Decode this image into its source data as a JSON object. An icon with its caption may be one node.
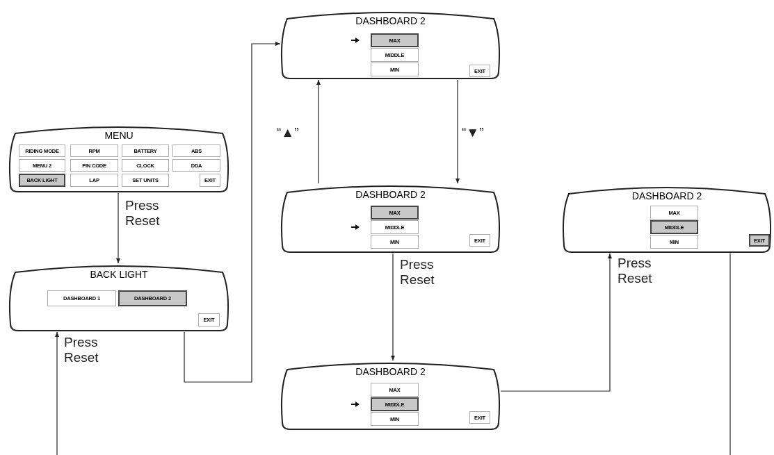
{
  "diagram": {
    "nodes": [
      {
        "text": [
          "MENU"
        ]
      },
      {
        "text": [
          "RIDING MODE"
        ],
        "in": 0
      },
      {
        "text": [
          "RPM"
        ],
        "in": 0
      },
      {
        "text": [
          "BATTERY"
        ],
        "in": 0
      },
      {
        "text": [
          "ABS"
        ],
        "in": 0
      },
      {
        "text": [
          "MENU 2"
        ],
        "in": 0
      },
      {
        "text": [
          "PIN CODE"
        ],
        "in": 0
      },
      {
        "text": [
          "CLOCK"
        ],
        "in": 0
      },
      {
        "text": [
          "DDA"
        ],
        "in": 0
      },
      {
        "text": [
          "BACK LIGHT"
        ],
        "in": 0
      },
      {
        "text": [
          "LAP"
        ],
        "in": 0
      },
      {
        "text": [
          "SET UNITS"
        ],
        "in": 0
      },
      {
        "text": [
          "EXIT"
        ],
        "in": 0
      },
      {
        "text": [
          "BACK LIGHT"
        ]
      },
      {
        "text": [
          "DASHBOARD 1"
        ],
        "in": 13
      },
      {
        "text": [
          "DASHBOARD 2"
        ],
        "in": 13
      },
      {
        "text": [
          "EXIT"
        ],
        "in": 13
      },
      {
        "text": [
          "DASHBOARD 2"
        ]
      },
      {
        "text": [
          "MAX"
        ],
        "in": 17
      },
      {
        "text": [
          "MIDDLE"
        ],
        "in": 17
      },
      {
        "text": [
          "MIN"
        ],
        "in": 17
      },
      {
        "text": [
          "EXIT"
        ],
        "in": 17
      },
      {
        "text": [
          "DASHBOARD 2"
        ]
      },
      {
        "text": [
          "MAX"
        ],
        "in": 22
      },
      {
        "text": [
          "MIDDLE"
        ],
        "in": 22
      },
      {
        "text": [
          "MIN"
        ],
        "in": 22
      },
      {
        "text": [
          "EXIT"
        ],
        "in": 22
      },
      {
        "text": [
          "DASHBOARD 2"
        ]
      },
      {
        "text": [
          "MAX"
        ],
        "in": 27
      },
      {
        "text": [
          "MIDDLE"
        ],
        "in": 27
      },
      {
        "text": [
          "MIN"
        ],
        "in": 27
      },
      {
        "text": [
          "EXIT"
        ],
        "in": 27
      },
      {
        "text": [
          "DASHBOARD 2"
        ]
      },
      {
        "text": [
          "MAX"
        ],
        "in": 32
      },
      {
        "text": [
          "MIDDLE"
        ],
        "in": 32
      },
      {
        "text": [
          "MIN"
        ],
        "in": 32
      },
      {
        "text": [
          "EXIT"
        ],
        "in": 32
      }
    ],
    "edges": [
      {
        "from": 0,
        "to": 13,
        "arrow": "to",
        "label": "Press Reset"
      },
      {
        "from": null,
        "to": 13,
        "arrow": "to",
        "label": "Press Reset"
      },
      {
        "from": 13,
        "to": 17,
        "arrow": "to"
      },
      {
        "from": 22,
        "to": 17,
        "arrow": "to",
        "label": "“▲”"
      },
      {
        "from": 17,
        "to": 22,
        "arrow": "to",
        "label": "“▼”"
      },
      {
        "from": 22,
        "to": 27,
        "arrow": "to",
        "label": "Press Reset"
      },
      {
        "from": 27,
        "to": 32,
        "arrow": "to",
        "label": "Press Reset"
      },
      {
        "from": 32,
        "to": null,
        "arrow": "none"
      }
    ]
  }
}
